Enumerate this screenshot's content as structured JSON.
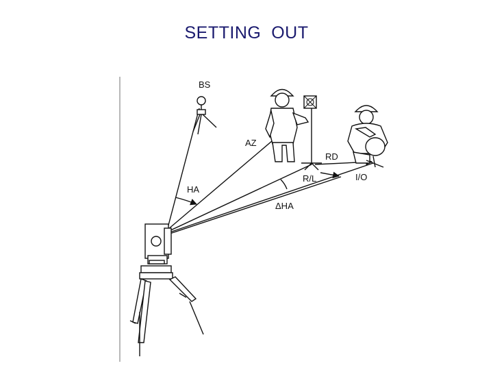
{
  "title": "SETTING  OUT",
  "diagram": {
    "labels": {
      "bs": "BS",
      "az": "AZ",
      "ha": "HA",
      "rd": "RD",
      "rl": "R/L",
      "io": "I/O",
      "dha": "ΔHA"
    }
  }
}
